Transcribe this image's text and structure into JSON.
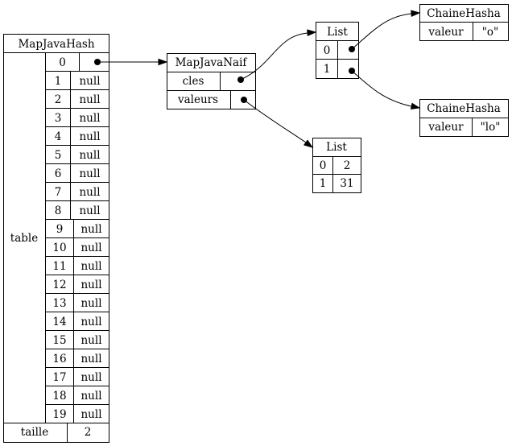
{
  "map_java_hash": {
    "title": "MapJavaHash",
    "table_label": "table",
    "rows": [
      {
        "index": "0",
        "value": ""
      },
      {
        "index": "1",
        "value": "null"
      },
      {
        "index": "2",
        "value": "null"
      },
      {
        "index": "3",
        "value": "null"
      },
      {
        "index": "4",
        "value": "null"
      },
      {
        "index": "5",
        "value": "null"
      },
      {
        "index": "6",
        "value": "null"
      },
      {
        "index": "7",
        "value": "null"
      },
      {
        "index": "8",
        "value": "null"
      },
      {
        "index": "9",
        "value": "null"
      },
      {
        "index": "10",
        "value": "null"
      },
      {
        "index": "11",
        "value": "null"
      },
      {
        "index": "12",
        "value": "null"
      },
      {
        "index": "13",
        "value": "null"
      },
      {
        "index": "14",
        "value": "null"
      },
      {
        "index": "15",
        "value": "null"
      },
      {
        "index": "16",
        "value": "null"
      },
      {
        "index": "17",
        "value": "null"
      },
      {
        "index": "18",
        "value": "null"
      },
      {
        "index": "19",
        "value": "null"
      }
    ],
    "size_label": "taille",
    "size_value": "2"
  },
  "map_java_naif": {
    "title": "MapJavaNaif",
    "keys_label": "cles",
    "values_label": "valeurs"
  },
  "keys_list": {
    "title": "List",
    "rows": [
      {
        "index": "0"
      },
      {
        "index": "1"
      }
    ]
  },
  "values_list": {
    "title": "List",
    "rows": [
      {
        "index": "0",
        "value": "2"
      },
      {
        "index": "1",
        "value": "31"
      }
    ]
  },
  "chaine_o": {
    "title": "ChaineHasha",
    "field_label": "valeur",
    "field_value": "\"o\""
  },
  "chaine_lo": {
    "title": "ChaineHasha",
    "field_label": "valeur",
    "field_value": "\"lo\""
  }
}
